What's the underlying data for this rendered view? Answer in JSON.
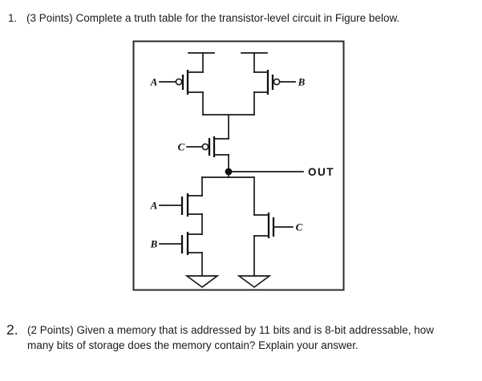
{
  "page": {
    "background": "#ffffff",
    "ink_color": "#1b1b1b"
  },
  "questions": [
    {
      "number": "1.",
      "text": "(3 Points) Complete a truth table for the transistor-level circuit in Figure below."
    },
    {
      "number": "2.",
      "line1": "(2 Points) Given a memory that is addressed by 11 bits and is 8-bit addressable, how",
      "line2": "many bits of storage does the memory contain? Explain your answer."
    }
  ],
  "figure": {
    "labels": {
      "pullup_a": "A",
      "pullup_b": "B",
      "pullup_c": "C",
      "pulldown_a": "A",
      "pulldown_b": "B",
      "pulldown_c": "C",
      "out": "OUT"
    }
  }
}
